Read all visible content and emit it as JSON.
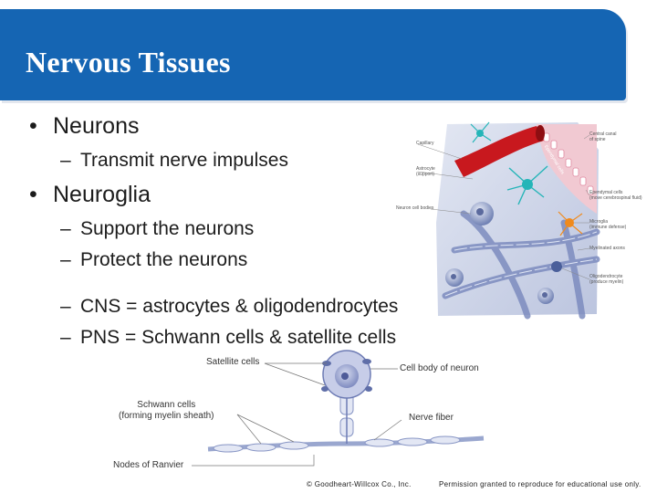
{
  "slide": {
    "title": "Nervous Tissues",
    "bullets": [
      {
        "marker": "•",
        "text": "Neurons"
      },
      {
        "marker": "–",
        "text": "Transmit nerve impulses"
      },
      {
        "marker": "•",
        "text": "Neuroglia"
      },
      {
        "marker": "–",
        "text": "Support the neurons"
      },
      {
        "marker": "–",
        "text": "Protect the neurons"
      },
      {
        "marker": "–",
        "text": "CNS = astrocytes & oligodendrocytes"
      },
      {
        "marker": "–",
        "text": "PNS = Schwann cells & satellite cells"
      }
    ]
  },
  "tissue_labels": {
    "capillary": "Capillary",
    "astrocyte": "Astrocyte\n(support)",
    "neuron_cell_bodies": "Neuron cell bodies",
    "central_canal": "Central canal\nof spine",
    "ependymal": "Ependymal cells\n(move cerebrospinal fluid)",
    "microglia": "Microglia\n(immune defense)",
    "myelinated_axons": "Myelinated axons",
    "oligodendrocyte": "Oligodendrocyte\n(produce myelin)",
    "vertical_label": "Ependymal cells"
  },
  "diagram_labels": {
    "satellite": "Satellite cells",
    "cell_body": "Cell body of neuron",
    "schwann": "Schwann cells\n(forming myelin sheath)",
    "nerve_fiber": "Nerve fiber",
    "nodes": "Nodes of Ranvier"
  },
  "footer": {
    "copyright": "© Goodheart-Willcox Co., Inc.",
    "permission": "Permission granted to reproduce for educational use only."
  },
  "colors": {
    "title_bar": "#1565b3",
    "capillary": "#c8181e",
    "astrocyte": "#25b5b8",
    "microglia": "#f08a1c",
    "tissue_blue": "#8d9cc8"
  }
}
